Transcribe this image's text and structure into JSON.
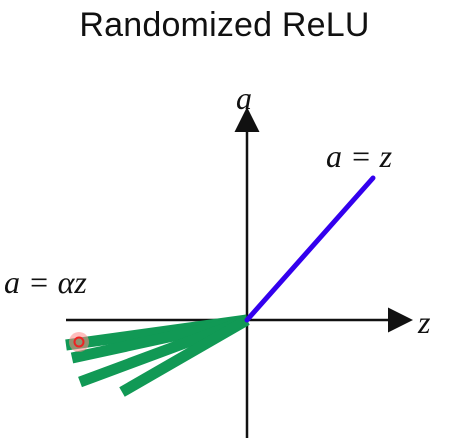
{
  "title": "Randomized ReLU",
  "axes": {
    "vertical_label": "a",
    "horizontal_label": "z"
  },
  "annotations": {
    "positive_branch": "a = z",
    "negative_branch": "a = αz"
  },
  "colors": {
    "positive_line": "#3300ee",
    "negative_lines": "#119955",
    "axis": "#111111",
    "cursor_marker": "#ee2222"
  },
  "icons": {
    "cursor": "pointer-cursor-icon"
  }
}
